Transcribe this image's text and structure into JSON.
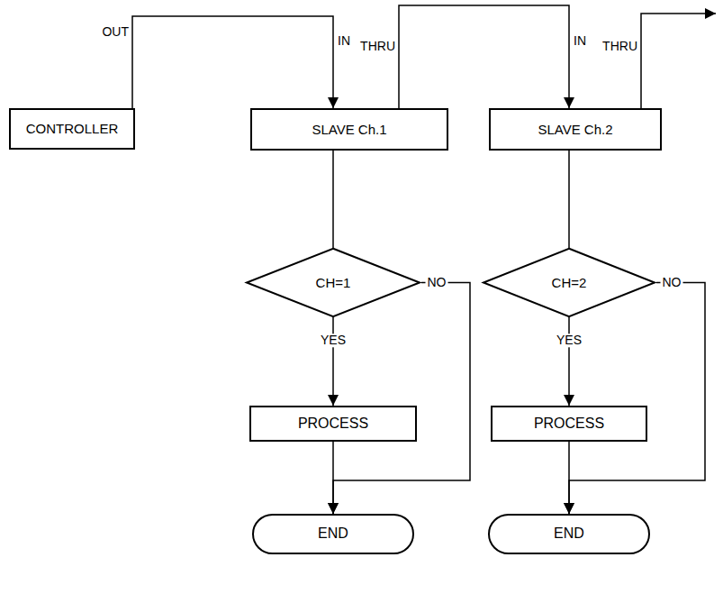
{
  "diagram": {
    "nodes": [
      {
        "text": [
          "CONTROLLER"
        ]
      },
      {
        "text": [
          "SLAVE Ch.1"
        ]
      },
      {
        "text": [
          "SLAVE Ch.2"
        ]
      },
      {
        "text": [
          "CH=1"
        ]
      },
      {
        "text": [
          "PROCESS"
        ]
      },
      {
        "text": [
          "END"
        ]
      },
      {
        "text": [
          "CH=2"
        ]
      },
      {
        "text": [
          "PROCESS"
        ]
      },
      {
        "text": [
          "END"
        ]
      }
    ],
    "edges": [
      {
        "from": 0,
        "to": 1,
        "arrow": "to"
      },
      {
        "from": 1,
        "to": 2,
        "arrow": "to"
      },
      {
        "from": 1,
        "to": 3,
        "arrow": "none"
      },
      {
        "from": 3,
        "to": 4,
        "label": "YES",
        "arrow": "to"
      },
      {
        "from": 3,
        "to": 5,
        "label": "NO",
        "arrow": "to"
      },
      {
        "from": 4,
        "to": 5,
        "arrow": "to"
      },
      {
        "from": 2,
        "to": 6,
        "arrow": "none"
      },
      {
        "from": 6,
        "to": 7,
        "label": "YES",
        "arrow": "to"
      },
      {
        "from": 6,
        "to": 8,
        "label": "NO",
        "arrow": "to"
      },
      {
        "from": 7,
        "to": 8,
        "arrow": "to"
      }
    ],
    "labels": [
      "OUT",
      "IN",
      "THRU",
      "IN",
      "THRU"
    ]
  }
}
